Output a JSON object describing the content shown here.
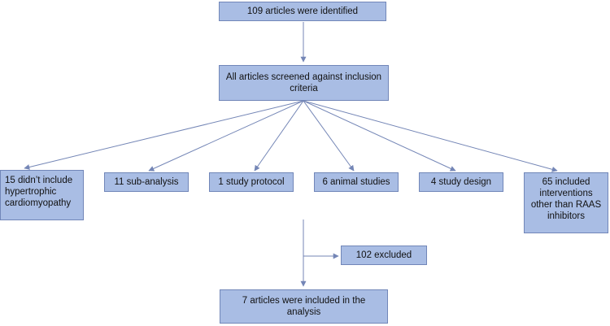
{
  "diagram": {
    "identified": "109 articles were identified",
    "screened": "All articles screened against inclusion criteria",
    "exclusions": [
      "15 didn’t include hypertrophic cardiomyopathy",
      "11 sub-analysis",
      "1 study protocol",
      "6 animal studies",
      "4 study design",
      "65 included interventions other than RAAS inhibitors"
    ],
    "excluded_total": "102 excluded",
    "included": "7 articles were included in the analysis"
  },
  "colors": {
    "box_fill": "#a9bde4",
    "box_border": "#7186b8",
    "arrow": "#7486b6"
  }
}
